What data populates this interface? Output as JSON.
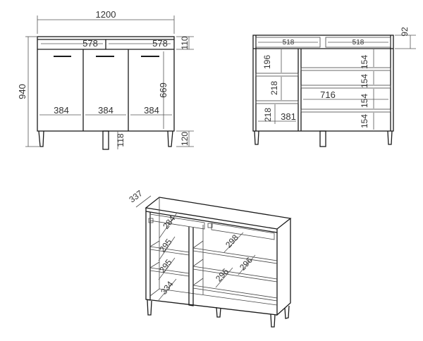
{
  "front_view": {
    "width": "1200",
    "height": "940",
    "drawer_left": "578",
    "drawer_right": "578",
    "drawer_height": "110",
    "door_left": "384",
    "door_mid": "384",
    "door_right": "384",
    "door_height": "669",
    "leg_height": "120",
    "leg_gap": "118"
  },
  "interior_view": {
    "drawer_left": "518",
    "drawer_right": "518",
    "drawer_height": "92",
    "left_shelf_1": "196",
    "left_shelf_2": "218",
    "left_shelf_3": "218",
    "left_width": "381",
    "right_width": "716",
    "right_shelf_1": "154",
    "right_shelf_2": "154",
    "right_shelf_3": "154",
    "right_shelf_4": "154"
  },
  "iso_view": {
    "depth": "337",
    "inner_depth": "284",
    "left_1": "295",
    "left_2": "295",
    "left_3": "334",
    "right_1": "298",
    "right_2": "296",
    "right_3": "296"
  }
}
